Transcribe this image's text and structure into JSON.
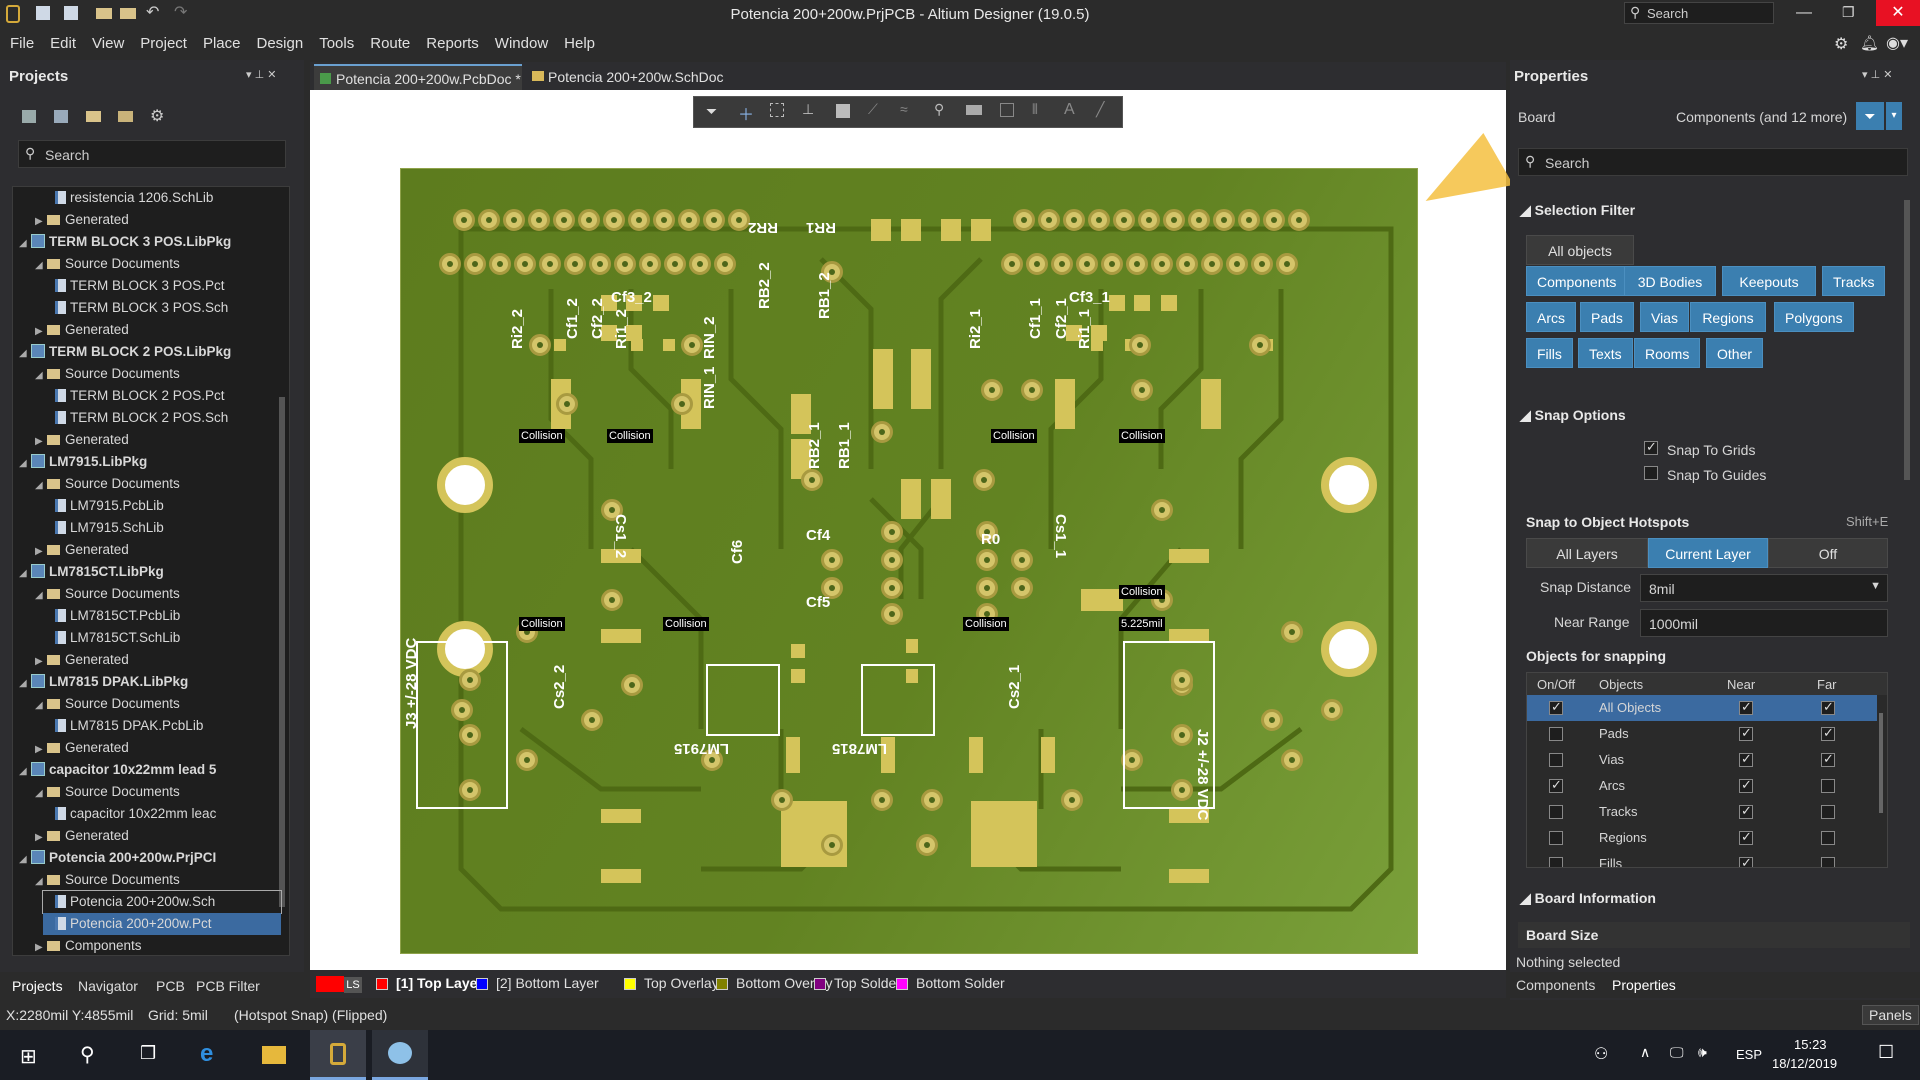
{
  "app": {
    "title": "Potencia 200+200w.PrjPCB - Altium Designer (19.0.5)",
    "search_placeholder": "Search"
  },
  "menu": [
    "File",
    "Edit",
    "View",
    "Project",
    "Place",
    "Design",
    "Tools",
    "Route",
    "Reports",
    "Window",
    "Help"
  ],
  "projects": {
    "title": "Projects",
    "search_placeholder": "Search",
    "tree": [
      {
        "label": "resistencia 1206.SchLib",
        "indent": 3,
        "kind": "doc"
      },
      {
        "label": "Generated",
        "indent": 2,
        "kind": "folder",
        "caret": "▶"
      },
      {
        "label": "TERM BLOCK 3 POS.LibPkg",
        "indent": 0,
        "kind": "pkg",
        "caret": "◢",
        "bold": true
      },
      {
        "label": "Source Documents",
        "indent": 2,
        "kind": "folder",
        "caret": "◢"
      },
      {
        "label": "TERM BLOCK 3 POS.Pct",
        "indent": 3,
        "kind": "doc"
      },
      {
        "label": "TERM BLOCK 3 POS.Sch",
        "indent": 3,
        "kind": "doc"
      },
      {
        "label": "Generated",
        "indent": 2,
        "kind": "folder",
        "caret": "▶"
      },
      {
        "label": "TERM BLOCK 2 POS.LibPkg",
        "indent": 0,
        "kind": "pkg",
        "caret": "◢",
        "bold": true
      },
      {
        "label": "Source Documents",
        "indent": 2,
        "kind": "folder",
        "caret": "◢"
      },
      {
        "label": "TERM BLOCK 2 POS.Pct",
        "indent": 3,
        "kind": "doc"
      },
      {
        "label": "TERM BLOCK 2 POS.Sch",
        "indent": 3,
        "kind": "doc"
      },
      {
        "label": "Generated",
        "indent": 2,
        "kind": "folder",
        "caret": "▶"
      },
      {
        "label": "LM7915.LibPkg",
        "indent": 0,
        "kind": "pkg",
        "caret": "◢",
        "bold": true
      },
      {
        "label": "Source Documents",
        "indent": 2,
        "kind": "folder",
        "caret": "◢"
      },
      {
        "label": "LM7915.PcbLib",
        "indent": 3,
        "kind": "doc"
      },
      {
        "label": "LM7915.SchLib",
        "indent": 3,
        "kind": "doc"
      },
      {
        "label": "Generated",
        "indent": 2,
        "kind": "folder",
        "caret": "▶"
      },
      {
        "label": "LM7815CT.LibPkg",
        "indent": 0,
        "kind": "pkg",
        "caret": "◢",
        "bold": true
      },
      {
        "label": "Source Documents",
        "indent": 2,
        "kind": "folder",
        "caret": "◢"
      },
      {
        "label": "LM7815CT.PcbLib",
        "indent": 3,
        "kind": "doc"
      },
      {
        "label": "LM7815CT.SchLib",
        "indent": 3,
        "kind": "doc"
      },
      {
        "label": "Generated",
        "indent": 2,
        "kind": "folder",
        "caret": "▶"
      },
      {
        "label": "LM7815 DPAK.LibPkg",
        "indent": 0,
        "kind": "pkg",
        "caret": "◢",
        "bold": true
      },
      {
        "label": "Source Documents",
        "indent": 2,
        "kind": "folder",
        "caret": "◢"
      },
      {
        "label": "LM7815 DPAK.PcbLib",
        "indent": 3,
        "kind": "doc"
      },
      {
        "label": "Generated",
        "indent": 2,
        "kind": "folder",
        "caret": "▶"
      },
      {
        "label": "capacitor 10x22mm lead 5",
        "indent": 0,
        "kind": "pkg",
        "caret": "◢",
        "bold": true
      },
      {
        "label": "Source Documents",
        "indent": 2,
        "kind": "folder",
        "caret": "◢"
      },
      {
        "label": "capacitor 10x22mm leac",
        "indent": 3,
        "kind": "doc"
      },
      {
        "label": "Generated",
        "indent": 2,
        "kind": "folder",
        "caret": "▶"
      },
      {
        "label": "Potencia 200+200w.PrjPCI",
        "indent": 0,
        "kind": "pkg",
        "caret": "◢",
        "bold": true
      },
      {
        "label": "Source Documents",
        "indent": 2,
        "kind": "folder",
        "caret": "◢"
      },
      {
        "label": "Potencia 200+200w.Sch",
        "indent": 3,
        "kind": "doc",
        "state": "outlined"
      },
      {
        "label": "Potencia 200+200w.Pct",
        "indent": 3,
        "kind": "doc",
        "state": "selected"
      },
      {
        "label": "Components",
        "indent": 2,
        "kind": "folder",
        "caret": "▶"
      }
    ],
    "bottom_tabs": [
      "Projects",
      "Navigator",
      "PCB",
      "PCB Filter"
    ]
  },
  "doc_tabs": [
    "Potencia 200+200w.PcbDoc *",
    "Potencia 200+200w.SchDoc"
  ],
  "pcb": {
    "collision_label": "Collision",
    "measure_label": "5.225mil",
    "silk": [
      "RR2",
      "RR1",
      "Cf3_2",
      "Cf3_1",
      "Ri2_2",
      "Cf1_2",
      "Cf2_2",
      "Ri1_2",
      "RB2_2",
      "RB1_2",
      "Ri2_1",
      "Cf1_1",
      "Cf2_1",
      "Ri1_1",
      "RIN_2",
      "RIN_1",
      "RB2_1",
      "RB1_1",
      "Cs1_2",
      "Cs1_1",
      "Cf4",
      "Cf6",
      "Cf5",
      "R0",
      "Cs2_2",
      "Cs2_1",
      "LM7915",
      "LM7815",
      "J3 +/-28 VDC",
      "J2 +/-28 VDC"
    ]
  },
  "layers": {
    "ls": "LS",
    "items": [
      {
        "label": "[1] Top Layer",
        "color": "#ff0000",
        "bold": true
      },
      {
        "label": "[2] Bottom Layer",
        "color": "#0000ff"
      },
      {
        "label": "Top Overlay",
        "color": "#ffff00"
      },
      {
        "label": "Bottom Overlay",
        "color": "#808000"
      },
      {
        "label": "Top Solder",
        "color": "#800080"
      },
      {
        "label": "Bottom Solder",
        "color": "#ff00ff"
      }
    ]
  },
  "properties": {
    "title": "Properties",
    "board_label": "Board",
    "filter_label": "Components (and 12 more)",
    "search_placeholder": "Search",
    "selection_filter": {
      "title": "Selection Filter",
      "all_objects": "All objects",
      "chips": [
        "Components",
        "3D Bodies",
        "Keepouts",
        "Tracks",
        "Arcs",
        "Pads",
        "Vias",
        "Regions",
        "Polygons",
        "Fills",
        "Texts",
        "Rooms",
        "Other"
      ]
    },
    "snap_options": {
      "title": "Snap Options",
      "snap_grids": "Snap To Grids",
      "snap_guides": "Snap To Guides",
      "hotspots_title": "Snap to Object Hotspots",
      "hotspots_shortcut": "Shift+E",
      "modes": [
        "All Layers",
        "Current Layer",
        "Off"
      ],
      "distance_label": "Snap Distance",
      "distance_value": "8mil",
      "near_label": "Near Range",
      "near_value": "1000mil",
      "objects_title": "Objects for snapping",
      "columns": [
        "On/Off",
        "Objects",
        "Near",
        "Far"
      ],
      "rows": [
        {
          "name": "All Objects",
          "on": true,
          "near": true,
          "far": true
        },
        {
          "name": "Pads",
          "on": false,
          "near": true,
          "far": true
        },
        {
          "name": "Vias",
          "on": false,
          "near": true,
          "far": true
        },
        {
          "name": "Arcs",
          "on": true,
          "near": true,
          "far": false
        },
        {
          "name": "Tracks",
          "on": false,
          "near": true,
          "far": false
        },
        {
          "name": "Regions",
          "on": false,
          "near": true,
          "far": false
        },
        {
          "name": "Fills",
          "on": false,
          "near": true,
          "far": false
        }
      ]
    },
    "board_info": "Board Information",
    "board_size": "Board Size",
    "nothing_selected": "Nothing selected",
    "bottom_tabs": [
      "Components",
      "Properties"
    ]
  },
  "status": {
    "coords": "X:2280mil Y:4855mil",
    "grid": "Grid: 5mil",
    "snap": "(Hotspot Snap) (Flipped)",
    "panels": "Panels"
  },
  "taskbar": {
    "lang": "ESP",
    "time": "15:23",
    "date": "18/12/2019"
  }
}
